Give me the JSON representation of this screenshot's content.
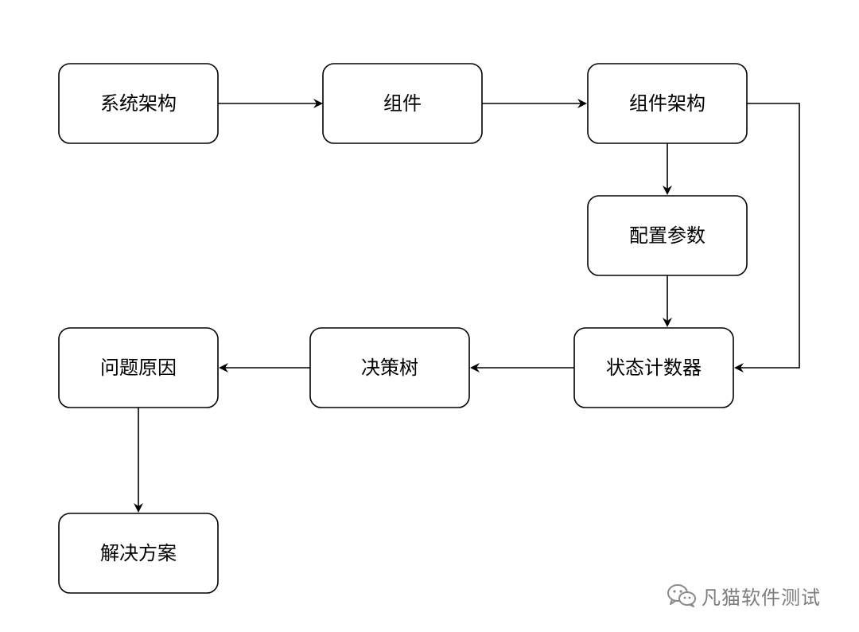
{
  "diagram": {
    "nodes": [
      {
        "id": "n1",
        "label": "系统架构"
      },
      {
        "id": "n2",
        "label": "组件"
      },
      {
        "id": "n3",
        "label": "组件架构"
      },
      {
        "id": "n4",
        "label": "配置参数"
      },
      {
        "id": "n5",
        "label": "状态计数器"
      },
      {
        "id": "n6",
        "label": "决策树"
      },
      {
        "id": "n7",
        "label": "问题原因"
      },
      {
        "id": "n8",
        "label": "解决方案"
      }
    ],
    "edges": [
      {
        "from": "n1",
        "to": "n2"
      },
      {
        "from": "n2",
        "to": "n3"
      },
      {
        "from": "n3",
        "to": "n4"
      },
      {
        "from": "n3",
        "to": "n5"
      },
      {
        "from": "n4",
        "to": "n5"
      },
      {
        "from": "n5",
        "to": "n6"
      },
      {
        "from": "n6",
        "to": "n7"
      },
      {
        "from": "n7",
        "to": "n8"
      }
    ]
  },
  "watermark": {
    "text": "凡猫软件测试",
    "icon": "wechat-icon",
    "color": "#7d7d7d"
  }
}
